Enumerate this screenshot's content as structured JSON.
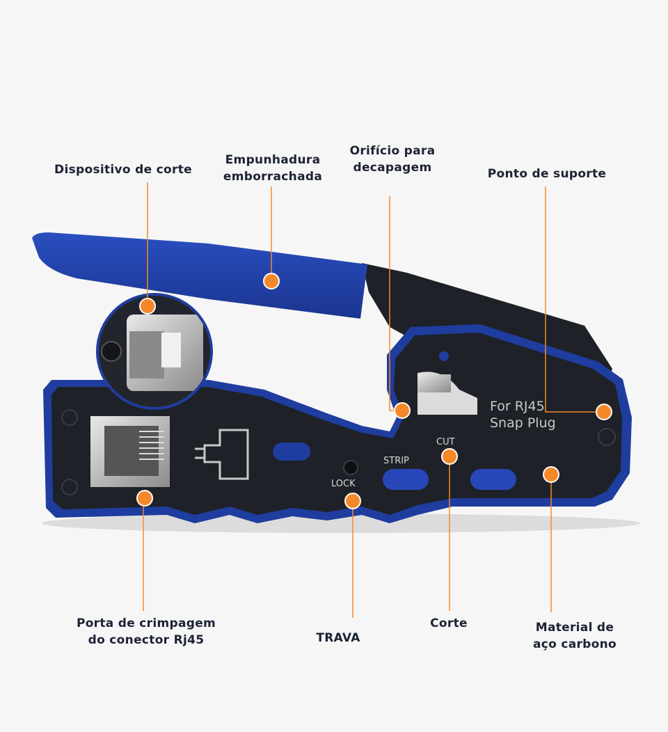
{
  "colors": {
    "accent": "#f5892a",
    "tool_blue": "#1f3d9e",
    "tool_black": "#1e2127",
    "label_text": "#1b2233"
  },
  "labels": {
    "cutting_device": "Dispositivo de corte",
    "grip_line1": "Empunhadura",
    "grip_line2": "emborrachada",
    "strip_hole_line1": "Orifício para",
    "strip_hole_line2": "decapagem",
    "support_point": "Ponto de suporte",
    "crimp_port_line1": "Porta de crimpagem",
    "crimp_port_line2": "do conector Rj45",
    "lock": "TRAVA",
    "cut": "Corte",
    "steel_line1": "Material de",
    "steel_line2": "aço carbono"
  },
  "tool_text": {
    "brand_line1": "For RJ45",
    "brand_line2": "Snap Plug",
    "strip": "STRIP",
    "cut": "CUT",
    "lock": "LOCK"
  },
  "icons": {
    "marker": "orange-dot-marker",
    "zoom": "magnified-blade-inset"
  }
}
